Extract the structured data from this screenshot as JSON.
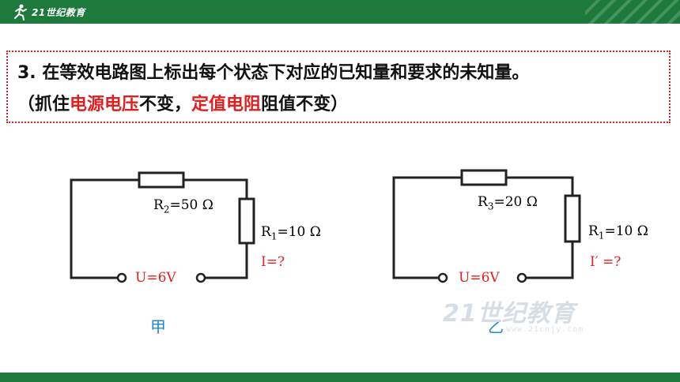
{
  "header": {
    "logo_text": "21世纪教育"
  },
  "task": {
    "line1": "3. 在等效电路图上标出每个状态下对应的已知量和要求的未知量。",
    "line2_open": "（抓住",
    "line2_red1": "电源电压",
    "line2_mid": "不变，",
    "line2_red2": "定值电阻",
    "line2_close": "阻值不变）"
  },
  "circuit_a": {
    "caption": "甲",
    "r_top_name": "R",
    "r_top_sub": "2",
    "r_top_value": "=50 Ω",
    "r_side_name": "R",
    "r_side_sub": "1",
    "r_side_value": "=10 Ω",
    "voltage": "U=6V",
    "current": "I=?"
  },
  "circuit_b": {
    "caption": "乙",
    "r_top_name": "R",
    "r_top_sub": "3",
    "r_top_value": "=20 Ω",
    "r_side_name": "R",
    "r_side_sub": "1",
    "r_side_value": "=10 Ω",
    "voltage": "U=6V",
    "current": "I′ =?"
  },
  "watermark": {
    "text": "21世纪教育",
    "sub": "www.21cnjy.com"
  },
  "colors": {
    "bar": "#1e7a3c",
    "accent_red": "#e02020",
    "caption_blue": "#1a8ad6"
  }
}
